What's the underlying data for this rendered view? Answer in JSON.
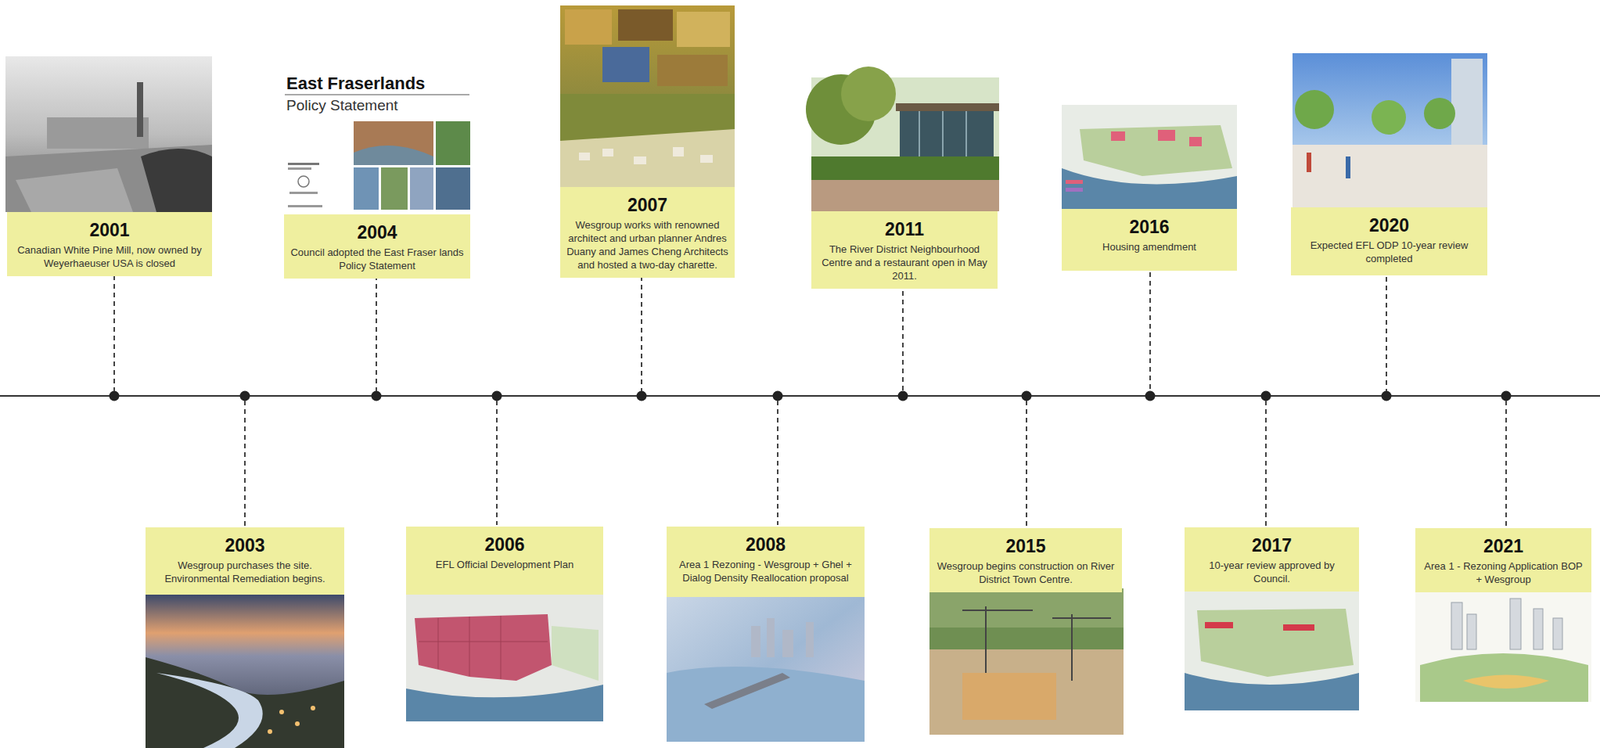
{
  "diagram": {
    "nodes": [
      {
        "text": [
          "2001",
          "Canadian White Pine Mill, now owned by Weyerhaeuser USA is closed"
        ]
      },
      {
        "text": [
          "2003",
          "Wesgroup purchases the site. Environmental Remediation begins."
        ]
      },
      {
        "text": [
          "2004",
          "Council adopted the East Fraser lands Policy Statement"
        ]
      },
      {
        "text": [
          "2006",
          "EFL Official Development Plan"
        ]
      },
      {
        "text": [
          "2007",
          "Wesgroup works with renowned architect and urban planner Andres Duany and James Cheng Architects and hosted a two-day charette."
        ]
      },
      {
        "text": [
          "2008",
          "Area 1 Rezoning - Wesgroup + Ghel + Dialog Density Reallocation proposal"
        ]
      },
      {
        "text": [
          "2011",
          "The River District Neighbourhood Centre and a restaurant open in May 2011."
        ]
      },
      {
        "text": [
          "2015",
          "Wesgroup begins construction on River District Town Centre."
        ]
      },
      {
        "text": [
          "2016",
          "Housing amendment"
        ]
      },
      {
        "text": [
          "2017",
          "10-year review approved by Council."
        ]
      },
      {
        "text": [
          "2020",
          "Expected EFL ODP 10-year review completed"
        ]
      },
      {
        "text": [
          "2021",
          "Area 1 - Rezoning Application BOP + Wesgroup"
        ]
      }
    ],
    "labels": [
      "East Fraserlands",
      "Policy Statement"
    ]
  }
}
